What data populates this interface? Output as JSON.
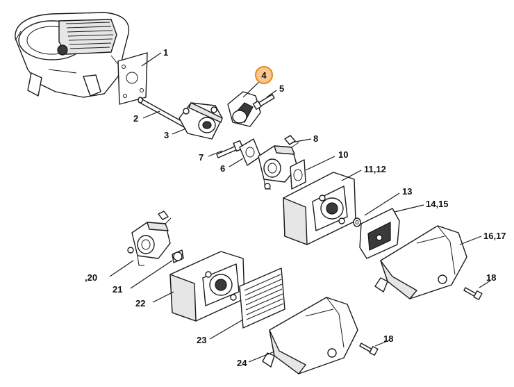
{
  "diagram": {
    "highlight_color": "#e58a1f",
    "labels": {
      "p1": "1",
      "p2": "2",
      "p3": "3",
      "p4": "4",
      "p5": "5",
      "p6": "6",
      "p7": "7",
      "p8": "8",
      "p10": "10",
      "p11_12": "11,12",
      "p13": "13",
      "p14_15": "14,15",
      "p16_17": "16,17",
      "p18a": "18",
      "p18b": "18",
      "p20": ",20",
      "p21": "21",
      "p22": "22",
      "p23": "23",
      "p24": "24"
    }
  }
}
